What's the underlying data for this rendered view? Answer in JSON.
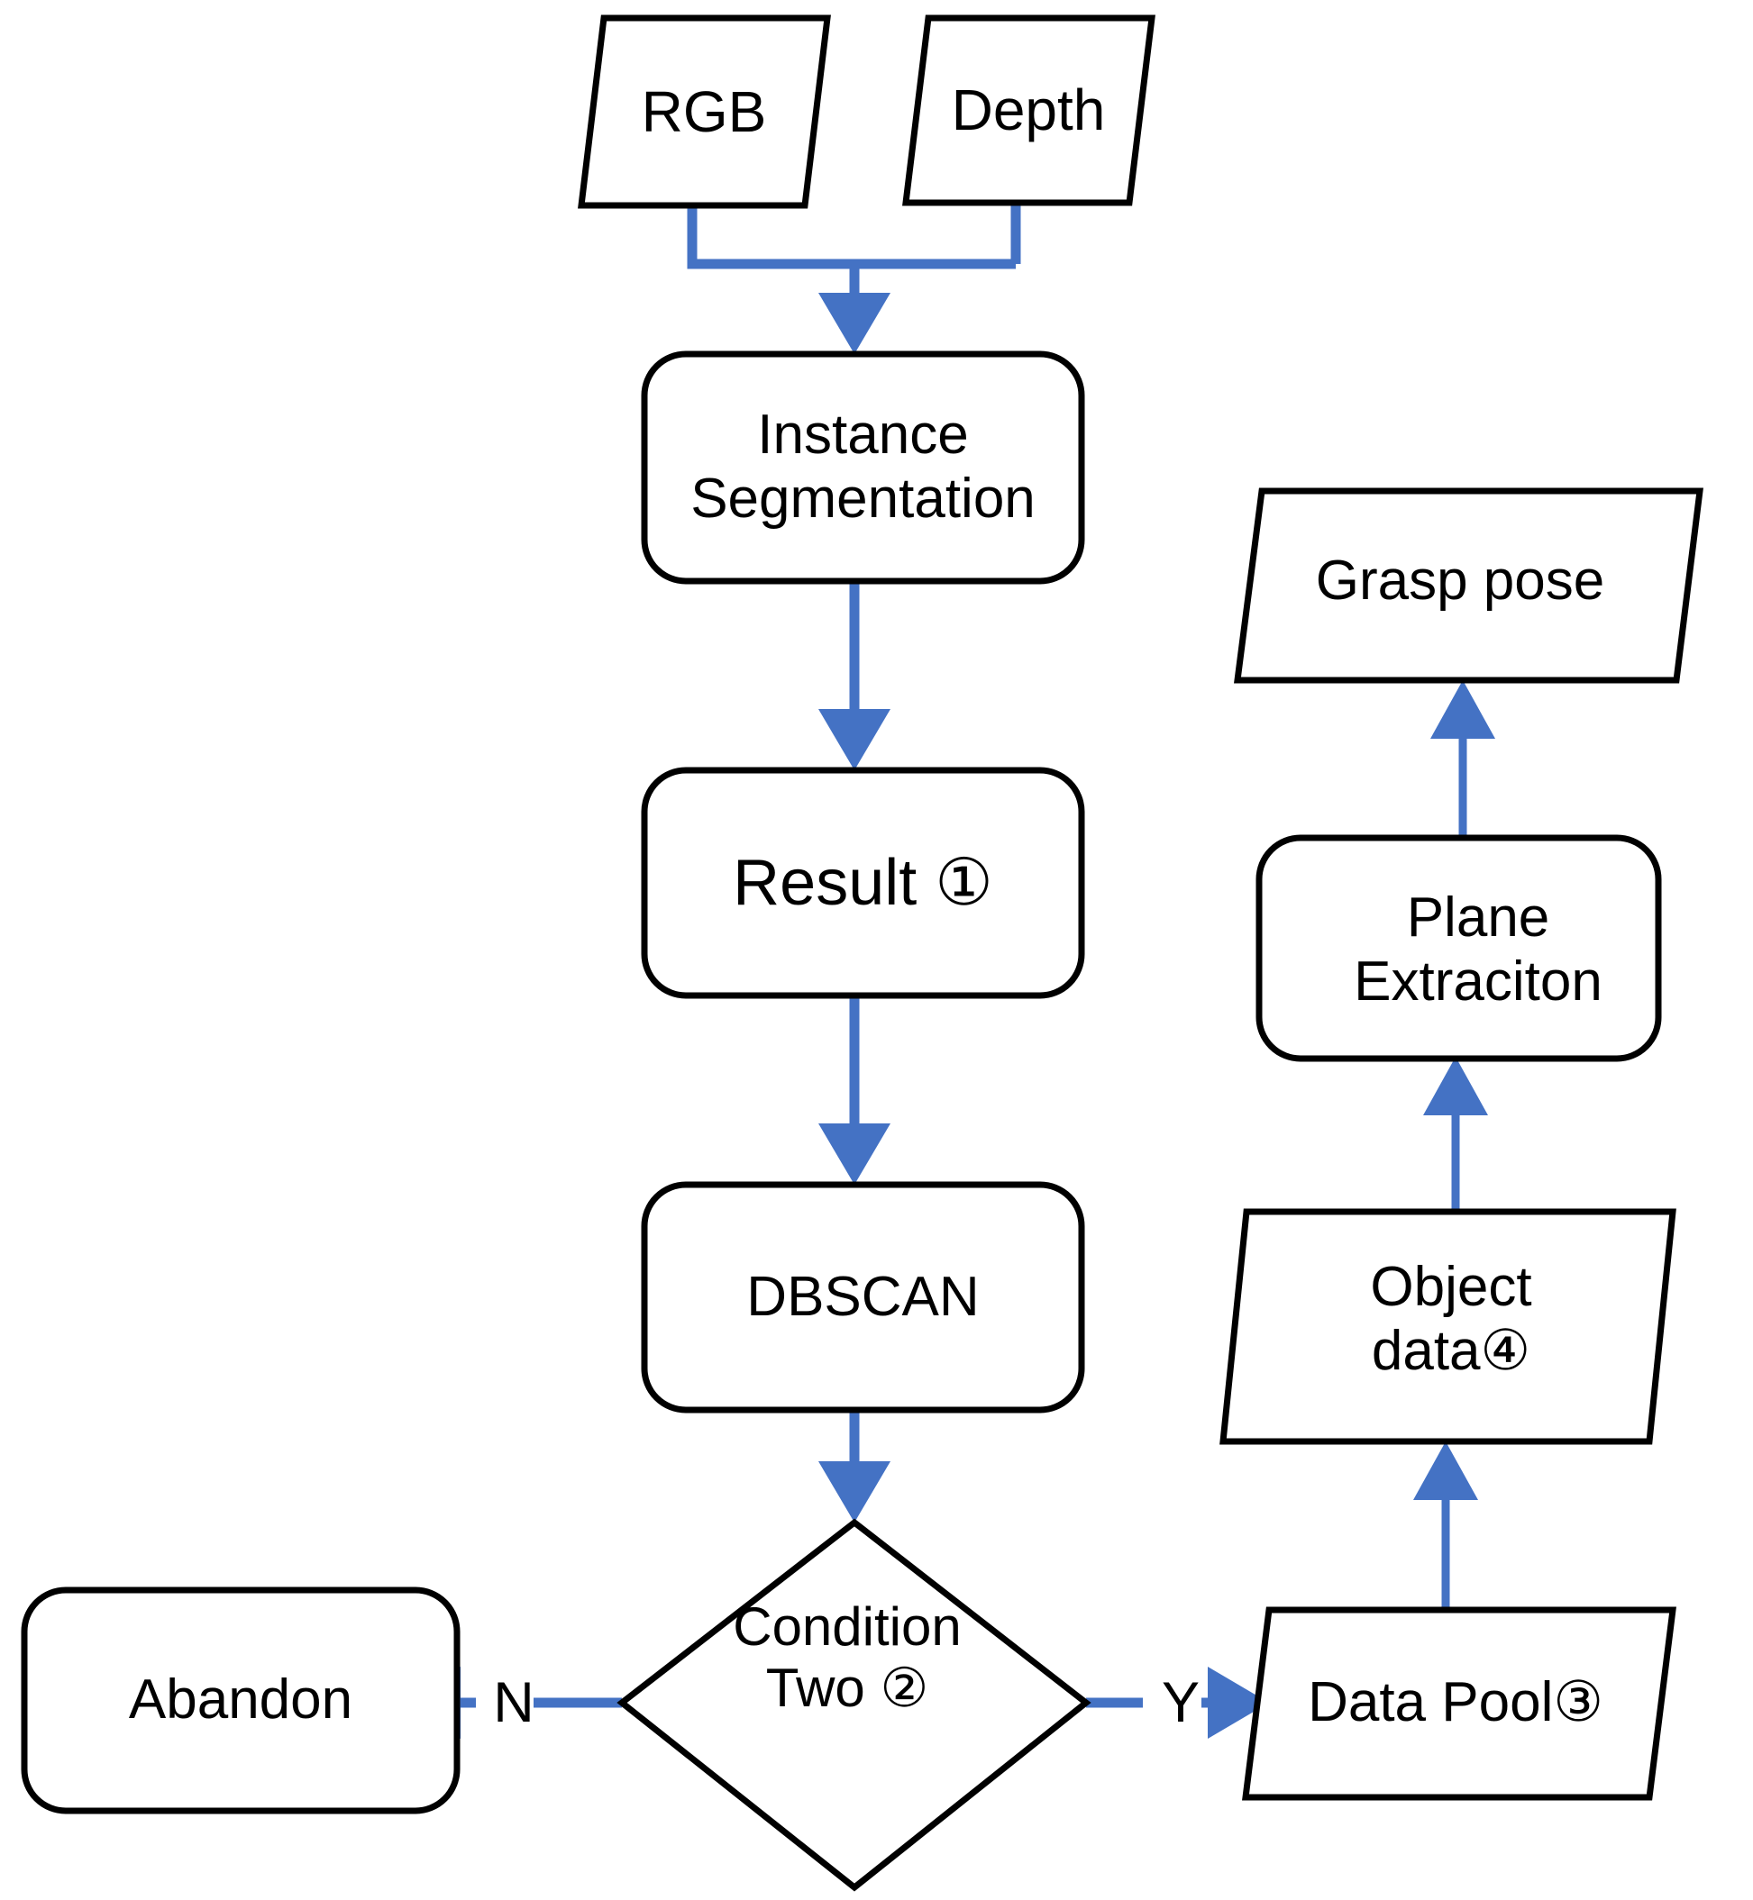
{
  "diagram": {
    "title": "Grasp pose detection pipeline flowchart",
    "accent_color": "#4472C4",
    "outline_color": "#000000",
    "background_color": "#FFFFFF"
  },
  "nodes": {
    "rgb": {
      "label": "RGB",
      "shape": "parallelogram"
    },
    "depth": {
      "label": "Depth",
      "shape": "parallelogram"
    },
    "instseg": {
      "label": "Instance\nSegmentation",
      "shape": "rounded-rect"
    },
    "result": {
      "label": "Result ①",
      "shape": "rounded-rect"
    },
    "dbscan": {
      "label": "DBSCAN",
      "shape": "rounded-rect"
    },
    "condition": {
      "label": "Condition\nTwo ②",
      "shape": "diamond"
    },
    "abandon": {
      "label": "Abandon",
      "shape": "rounded-rect"
    },
    "datapool": {
      "label": "Data Pool③",
      "shape": "parallelogram"
    },
    "objectdata": {
      "label": "Object\ndata④",
      "shape": "parallelogram"
    },
    "plane": {
      "label": "Plane\nExtraciton",
      "shape": "rounded-rect"
    },
    "grasppose": {
      "label": "Grasp pose",
      "shape": "parallelogram"
    }
  },
  "edges": {
    "no_label": "N",
    "yes_label": "Y"
  },
  "flow": [
    {
      "from": "rgb",
      "to": "instseg",
      "label": ""
    },
    {
      "from": "depth",
      "to": "instseg",
      "label": ""
    },
    {
      "from": "instseg",
      "to": "result",
      "label": ""
    },
    {
      "from": "result",
      "to": "dbscan",
      "label": ""
    },
    {
      "from": "dbscan",
      "to": "condition",
      "label": ""
    },
    {
      "from": "condition",
      "to": "abandon",
      "label": "N"
    },
    {
      "from": "condition",
      "to": "datapool",
      "label": "Y"
    },
    {
      "from": "datapool",
      "to": "objectdata",
      "label": ""
    },
    {
      "from": "objectdata",
      "to": "plane",
      "label": ""
    },
    {
      "from": "plane",
      "to": "grasppose",
      "label": ""
    }
  ]
}
